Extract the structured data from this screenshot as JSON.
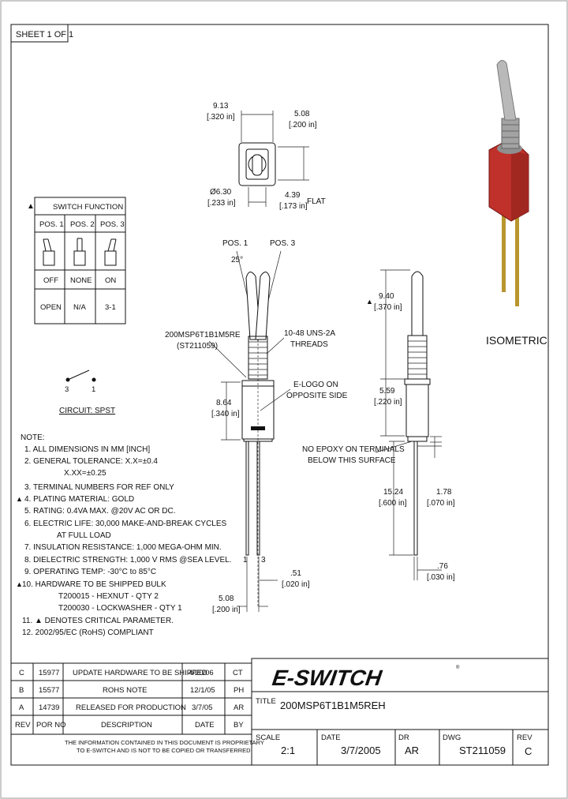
{
  "sheet": "SHEET 1 OF 1",
  "switch_function": {
    "title": "SWITCH FUNCTION",
    "positions": [
      "POS. 1",
      "POS. 2",
      "POS. 3"
    ],
    "states": [
      "OFF",
      "NONE",
      "ON"
    ],
    "circuit": [
      "OPEN",
      "N/A",
      "3-1"
    ]
  },
  "circuit": {
    "label": "CIRCUIT: SPST",
    "pin_left": "3",
    "pin_right": "1"
  },
  "top_view": {
    "dim_width_mm": "9.13",
    "dim_width_in": "[.320 in]",
    "dim_height_mm": "5.08",
    "dim_height_in": "[.200 in]",
    "dim_dia_mm": "Ø6.30",
    "dim_dia_in": "[.233 in]",
    "dim_flat_mm": "4.39",
    "dim_flat_in": "[.173 in]",
    "flat": "FLAT"
  },
  "front_view": {
    "pos1": "POS. 1",
    "pos3": "POS. 3",
    "angle": "25°",
    "part_label_1": "200MSP6T1B1M5RE",
    "part_label_2": "(ST211059)",
    "thread_1": "10-48 UNS-2A",
    "thread_2": "THREADS",
    "logo_1": "E-LOGO ON",
    "logo_2": "OPPOSITE SIDE",
    "body_h_mm": "8.64",
    "body_h_in": "[.340 in]",
    "pin_left": "1",
    "pin_right": "3",
    "pitch_mm": "5.08",
    "pitch_in": "[.200 in]",
    "term_mm": ".51",
    "term_in": "[.020 in]"
  },
  "side_view": {
    "lever_mm": "9.40",
    "lever_in": "[.370 in]",
    "bush_mm": "5.59",
    "bush_in": "[.220 in]",
    "epoxy_1": "NO EPOXY ON TERMINALS",
    "epoxy_2": "BELOW THIS SURFACE",
    "term_len_mm": "15.24",
    "term_len_in": "[.600 in]",
    "tail_mm": "1.78",
    "tail_in": "[.070 in]",
    "term_w_mm": ".76",
    "term_w_in": "[.030 in]"
  },
  "isometric": "ISOMETRIC",
  "notes": {
    "title": "NOTE:",
    "items": [
      "1. ALL DIMENSIONS IN MM [INCH]",
      "2. GENERAL TOLERANCE: X.X=±0.4",
      "X.XX=±0.25",
      "3. TERMINAL NUMBERS FOR REF ONLY",
      "4. PLATING MATERIAL: GOLD",
      "5. RATING: 0.4VA MAX. @20V AC OR DC.",
      "6. ELECTRIC LIFE: 30,000 MAKE-AND-BREAK CYCLES",
      "AT FULL LOAD",
      "7. INSULATION RESISTANCE: 1,000 MEGA-OHM MIN.",
      "8. DIELECTRIC STRENGTH: 1,000 V RMS @SEA LEVEL.",
      "9. OPERATING TEMP: -30°C to 85°C",
      "10. HARDWARE TO BE SHIPPED BULK",
      "T200015 - HEXNUT - QTY 2",
      "T200030 - LOCKWASHER - QTY 1",
      "11. ▲ DENOTES CRITICAL PARAMETER.",
      "12. 2002/95/EC (RoHS) COMPLIANT"
    ]
  },
  "revisions": {
    "rows": [
      {
        "rev": "C",
        "por": "15977",
        "desc": "UPDATE HARDWARE TO BE SHIPPED",
        "date": "4/20/06",
        "by": "CT"
      },
      {
        "rev": "B",
        "por": "15577",
        "desc": "ROHS NOTE",
        "date": "12/1/05",
        "by": "PH"
      },
      {
        "rev": "A",
        "por": "14739",
        "desc": "RELEASED FOR PRODUCTION",
        "date": "3/7/05",
        "by": "AR"
      }
    ],
    "header": {
      "rev": "REV",
      "por": "POR NO",
      "desc": "DESCRIPTION",
      "date": "DATE",
      "by": "BY"
    }
  },
  "proprietary_1": "THE INFORMATION CONTAINED IN THIS DOCUMENT IS PROPRIETARY",
  "proprietary_2": "TO E-SWITCH AND IS NOT TO BE COPIED OR TRANSFERRED",
  "title_block": {
    "brand": "E-SWITCH",
    "title_label": "TITLE",
    "title": "200MSP6T1B1M5REH",
    "scale_label": "SCALE",
    "scale": "2:1",
    "date_label": "DATE",
    "date": "3/7/2005",
    "dr_label": "DR",
    "dr": "AR",
    "dwg_label": "DWG",
    "dwg": "ST211059",
    "rev_label": "REV",
    "rev": "C"
  },
  "colors": {
    "housing": "#c0312b",
    "pins": "#b8962f",
    "lever": "#b9b9b9"
  }
}
